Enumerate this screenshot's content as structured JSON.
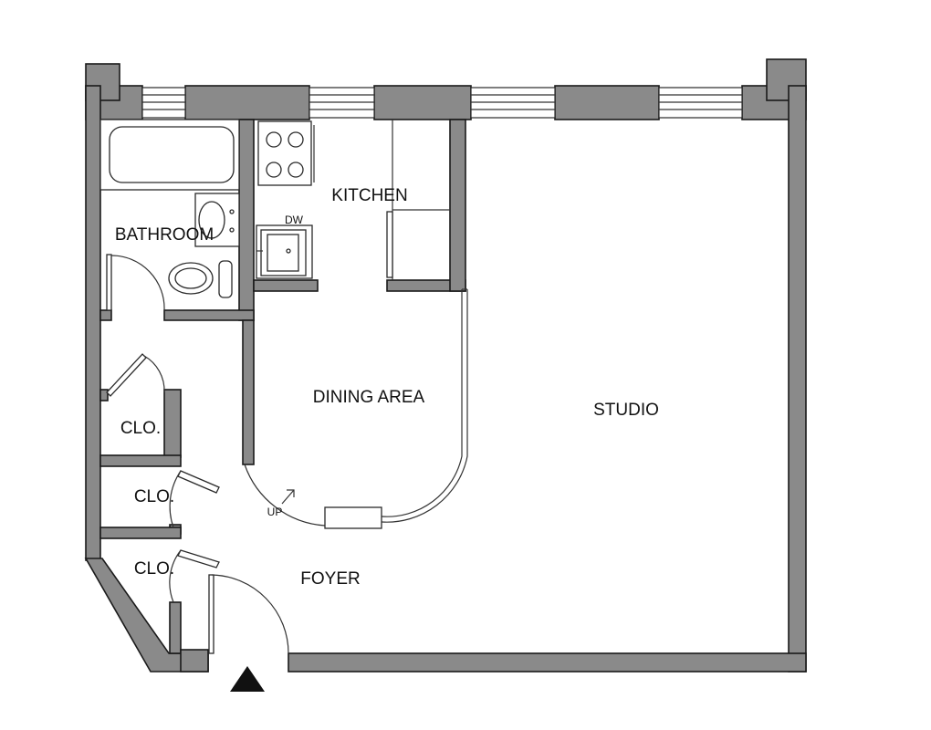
{
  "rooms": {
    "kitchen": "KITCHEN",
    "bathroom": "BATHROOM",
    "dining_area": "DINING AREA",
    "studio": "STUDIO",
    "closet_1": "CLO.",
    "closet_2": "CLO.",
    "closet_3": "CLO.",
    "foyer": "FOYER"
  },
  "annotations": {
    "dishwasher": "DW",
    "stairs_up": "UP"
  },
  "colors": {
    "wall": "#8a8a8a",
    "outline": "#1a1a1a",
    "background": "#ffffff"
  }
}
